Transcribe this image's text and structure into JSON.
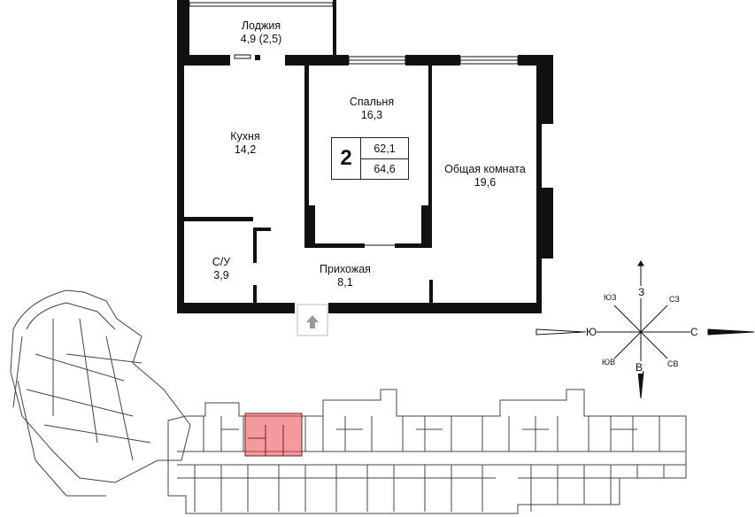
{
  "rooms": [
    {
      "id": "loggia",
      "name": "Лоджия",
      "area": "4,9 (2,5)"
    },
    {
      "id": "kitchen",
      "name": "Кухня",
      "area": "14,2"
    },
    {
      "id": "bedroom",
      "name": "Спальня",
      "area": "16,3"
    },
    {
      "id": "living",
      "name": "Общая комната",
      "area": "19,6"
    },
    {
      "id": "bathroom",
      "name": "С/У",
      "area": "3,9"
    },
    {
      "id": "hallway",
      "name": "Прихожая",
      "area": "8,1"
    }
  ],
  "badge": {
    "rooms": "2",
    "area_living": "62,1",
    "area_total": "64,6"
  },
  "compass": {
    "n": "З",
    "s": "В",
    "e": "С",
    "w": "Ю",
    "ne": "СЗ",
    "nw": "ЮЗ",
    "se": "СВ",
    "sw": "ЮВ"
  },
  "colors": {
    "wall": "#111111",
    "highlight": "#e8474d",
    "minimap": "#555555"
  }
}
